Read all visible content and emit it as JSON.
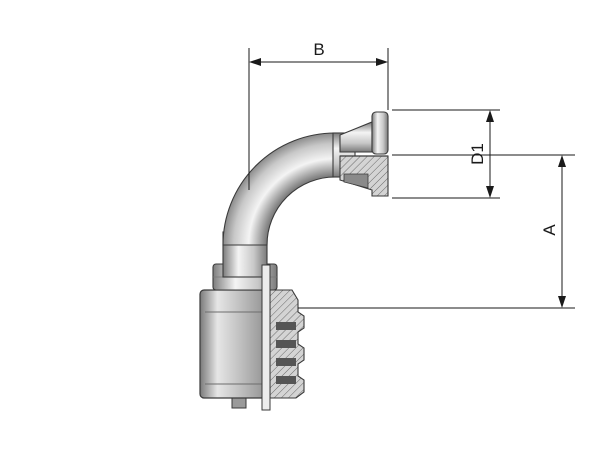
{
  "dimensions": {
    "b": "B",
    "d1": "D1",
    "a": "A"
  },
  "colors": {
    "line": "#1a1a1a",
    "metal_light": "#f2f2f2",
    "metal_mid": "#c4c4c4",
    "metal_dark": "#8a8a8a",
    "metal_edge": "#4a4a4a"
  }
}
